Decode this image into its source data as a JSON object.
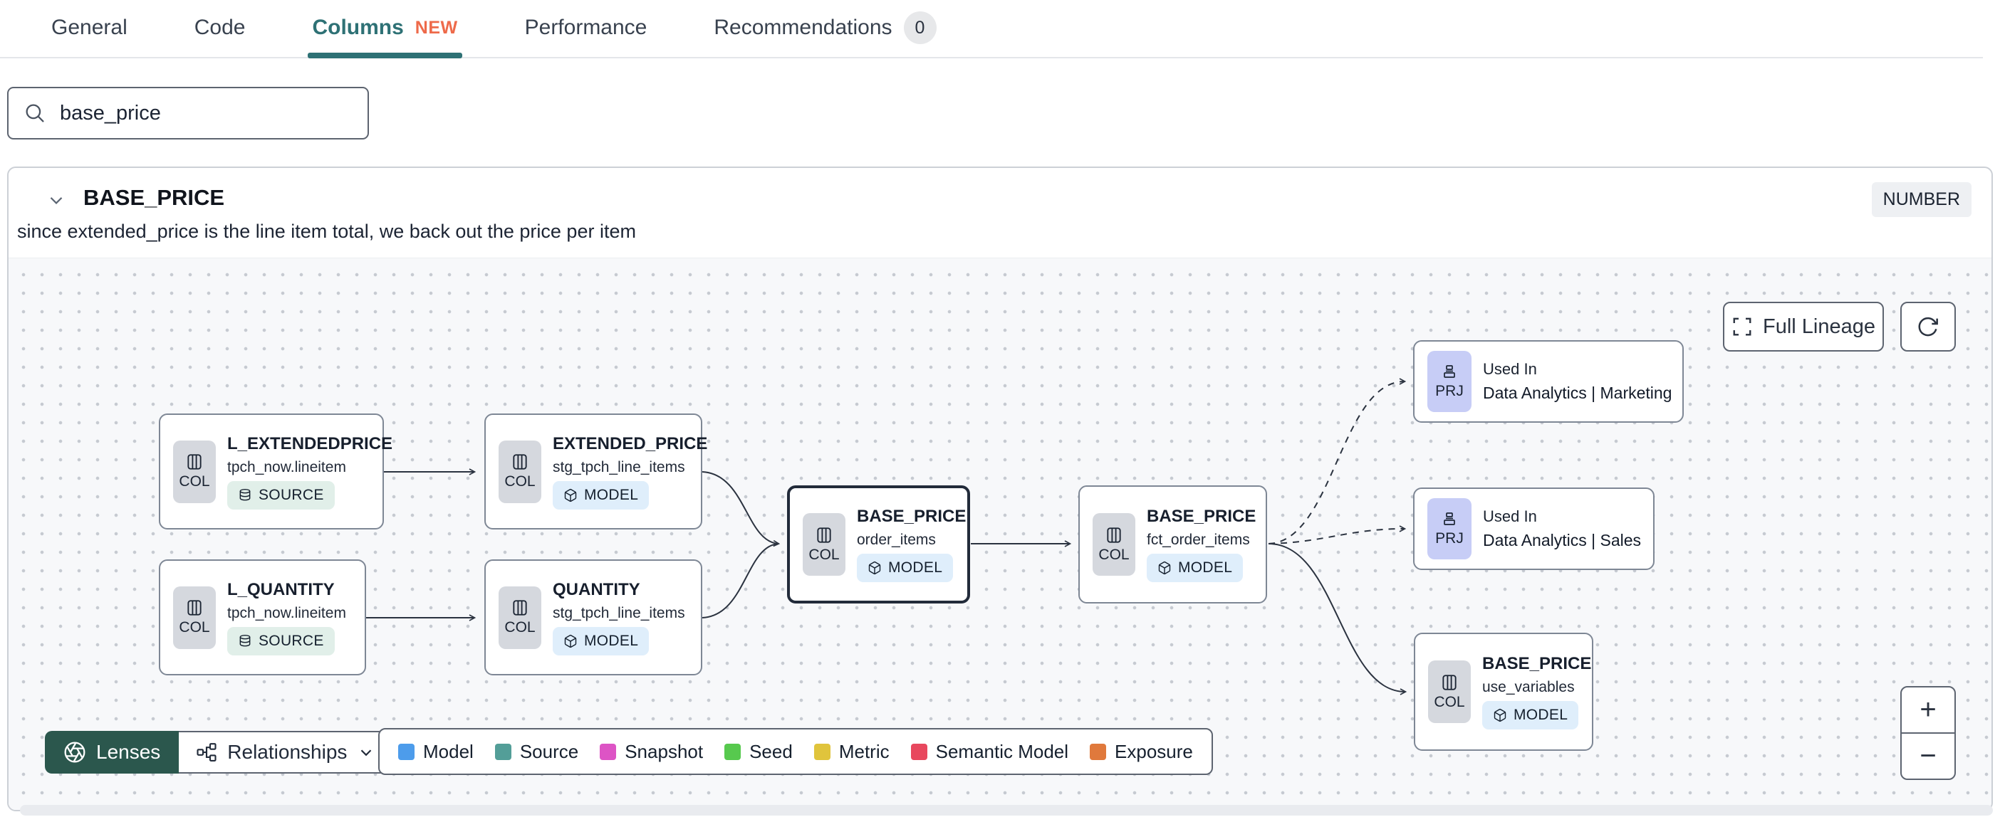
{
  "tabs": {
    "items": [
      {
        "label": "General"
      },
      {
        "label": "Code"
      },
      {
        "label": "Columns",
        "badge": "NEW",
        "active": true
      },
      {
        "label": "Performance"
      },
      {
        "label": "Recommendations",
        "count": "0"
      }
    ]
  },
  "search": {
    "value": "base_price"
  },
  "column_panel": {
    "name": "BASE_PRICE",
    "data_type": "NUMBER",
    "description": "since extended_price is the line item total, we back out the price per item"
  },
  "lineage": {
    "controls": {
      "full_lineage_label": "Full Lineage",
      "zoom_in": "+",
      "zoom_out": "−"
    },
    "toolbar": {
      "lenses_label": "Lenses",
      "relationships_label": "Relationships"
    },
    "legend": {
      "items": [
        {
          "label": "Model",
          "color": "#4d9ceb"
        },
        {
          "label": "Source",
          "color": "#539e98"
        },
        {
          "label": "Snapshot",
          "color": "#dd54c5"
        },
        {
          "label": "Seed",
          "color": "#57c94e"
        },
        {
          "label": "Metric",
          "color": "#e0c43c"
        },
        {
          "label": "Semantic Model",
          "color": "#e8485e"
        },
        {
          "label": "Exposure",
          "color": "#e0793c"
        }
      ]
    },
    "nodes": [
      {
        "badge": "COL",
        "title": "L_EXTENDEDPRICE",
        "subtitle": "tpch_now.lineitem",
        "type": "SOURCE"
      },
      {
        "badge": "COL",
        "title": "EXTENDED_PRICE",
        "subtitle": "stg_tpch_line_items",
        "type": "MODEL"
      },
      {
        "badge": "COL",
        "title": "L_QUANTITY",
        "subtitle": "tpch_now.lineitem",
        "type": "SOURCE"
      },
      {
        "badge": "COL",
        "title": "QUANTITY",
        "subtitle": "stg_tpch_line_items",
        "type": "MODEL"
      },
      {
        "badge": "COL",
        "title": "BASE_PRICE",
        "subtitle": "order_items",
        "type": "MODEL",
        "selected": true
      },
      {
        "badge": "COL",
        "title": "BASE_PRICE",
        "subtitle": "fct_order_items",
        "type": "MODEL"
      },
      {
        "badge": "PRJ",
        "label": "Used In",
        "title": "Data Analytics | Marketing"
      },
      {
        "badge": "PRJ",
        "label": "Used In",
        "title": "Data Analytics | Sales"
      },
      {
        "badge": "COL",
        "title": "BASE_PRICE",
        "subtitle": "use_variables",
        "type": "MODEL"
      }
    ]
  }
}
